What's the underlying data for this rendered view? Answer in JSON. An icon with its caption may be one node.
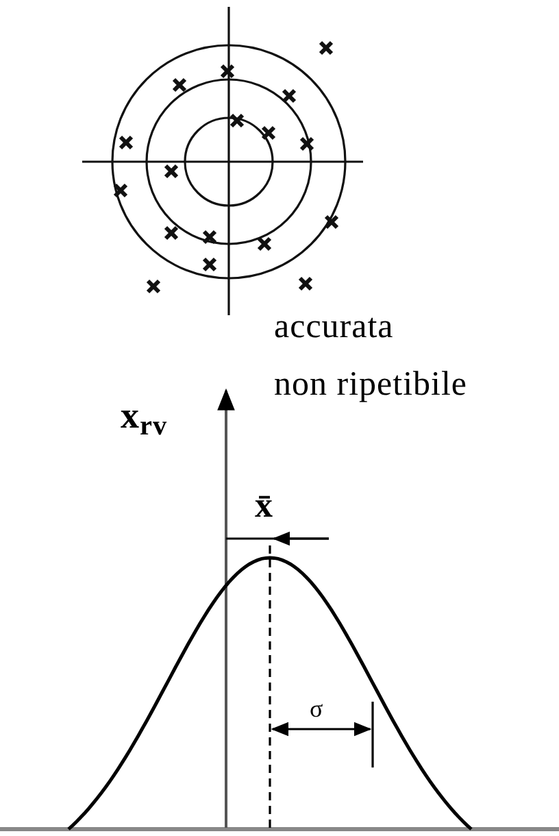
{
  "diagram": {
    "labels": [
      "accurata",
      "non ripetibile",
      "x$_{rv}$",
      "x̄",
      "σ"
    ]
  }
}
